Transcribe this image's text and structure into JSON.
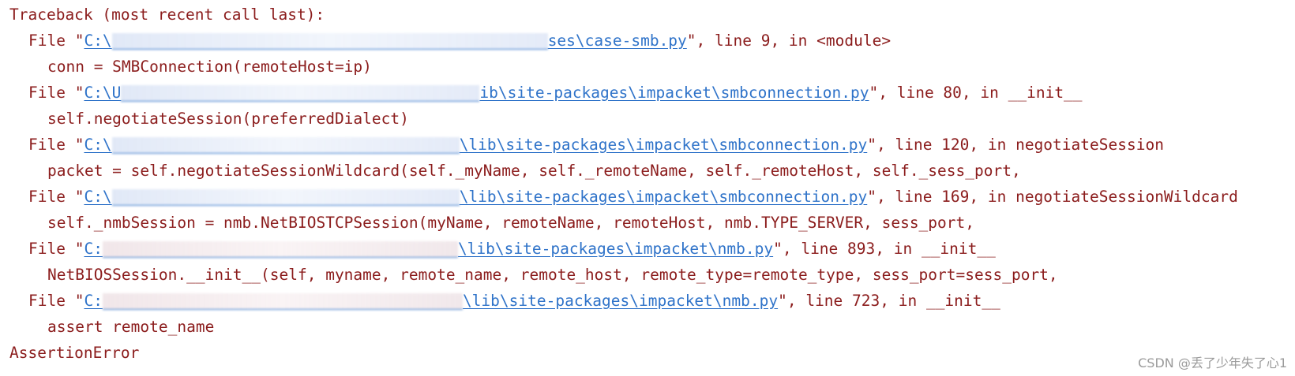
{
  "traceback": {
    "header": "Traceback (most recent call last):",
    "frames": [
      {
        "path_start": "C:\\",
        "path_end": "ses\\case-smb.py",
        "location": "\", line 9, in <module>",
        "code": "conn = SMBConnection(remoteHost=ip)"
      },
      {
        "path_start": "C:\\U",
        "path_end": "ib\\site-packages\\impacket\\smbconnection.py",
        "location": "\", line 80, in __init__",
        "code": "self.negotiateSession(preferredDialect)"
      },
      {
        "path_start": "C:\\",
        "path_end": "\\lib\\site-packages\\impacket\\smbconnection.py",
        "location": "\", line 120, in negotiateSession",
        "code": "packet = self.negotiateSessionWildcard(self._myName, self._remoteName, self._remoteHost, self._sess_port,"
      },
      {
        "path_start": "C:\\",
        "path_end": "\\lib\\site-packages\\impacket\\smbconnection.py",
        "location": "\", line 169, in negotiateSessionWildcard",
        "code": "self._nmbSession = nmb.NetBIOSTCPSession(myName, remoteName, remoteHost, nmb.TYPE_SERVER, sess_port,"
      },
      {
        "path_start": "C:",
        "path_end": "\\lib\\site-packages\\impacket\\nmb.py",
        "location": "\", line 893, in __init__",
        "code": "NetBIOSSession.__init__(self, myname, remote_name, remote_host, remote_type=remote_type, sess_port=sess_port,"
      },
      {
        "path_start": "C:",
        "path_end": "\\lib\\site-packages\\impacket\\nmb.py",
        "location": "\", line 723, in __init__",
        "code": "assert remote_name"
      }
    ],
    "file_prefix": "File \"",
    "error": "AssertionError"
  },
  "watermark": "CSDN @丢了少年失了心1",
  "colors": {
    "text": "#8b1c1c",
    "link": "#2f73c9",
    "background": "#ffffff",
    "watermark": "#9a9a9a"
  }
}
